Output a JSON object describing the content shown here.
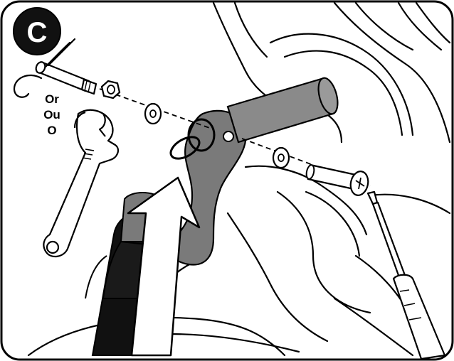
{
  "step": {
    "letter": "C"
  },
  "tool_alternatives": [
    "Or",
    "Ou",
    "O"
  ],
  "colors": {
    "outline": "#000000",
    "background": "#ffffff",
    "part_gray": "#7a7a7a",
    "tube_gray": "#8a8a8a",
    "dark_fill": "#111111"
  },
  "icons": {
    "step_badge": "circle-letter-icon",
    "pin_tool": "hitch-pin-icon",
    "wrench_tool": "adjustable-wrench-icon",
    "screwdriver_tool": "phillips-screwdriver-icon",
    "arrow": "up-arrow-icon"
  }
}
